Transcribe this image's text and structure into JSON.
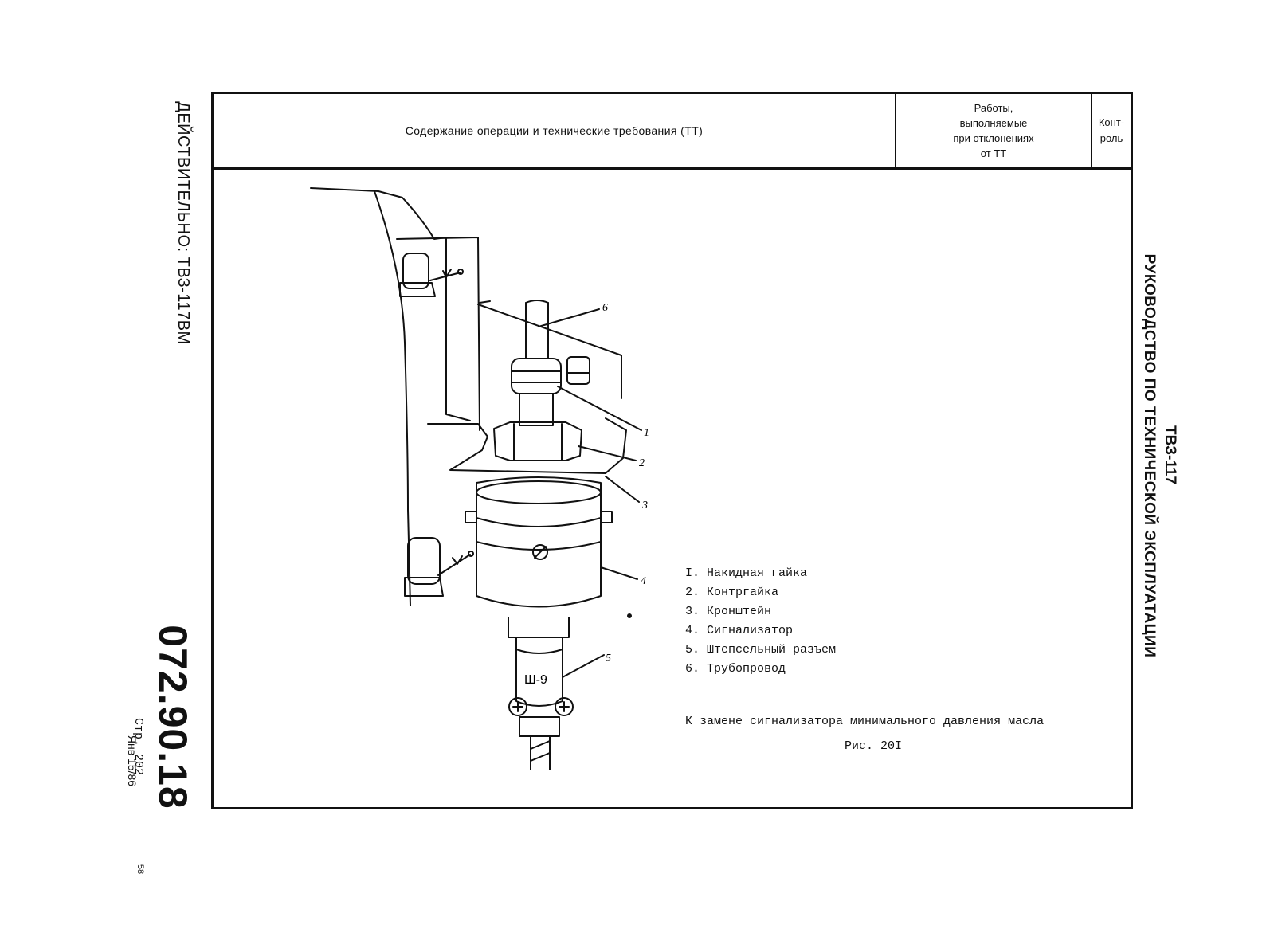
{
  "header": {
    "content_label": "Содержание операции и технические требования (ТТ)",
    "deviation_lines": [
      "Работы,",
      "выполняемые",
      "при отклонениях",
      "от ТТ"
    ],
    "control_lines": [
      "Конт-",
      "роль"
    ]
  },
  "left_margin": {
    "validity": "ДЕЙСТВИТЕЛЬНО: ТВЗ-117ВМ",
    "doc_number": "072.90.18",
    "page": "Стр. 202",
    "date": "Янв 15/86",
    "sheet": "58"
  },
  "right_margin": {
    "engine": "ТВЗ-117",
    "manual_title": "РУКОВОДСТВО ПО ТЕХНИЧЕСКОЙ ЭКСПЛУАТАЦИИ"
  },
  "figure": {
    "legend": [
      "I. Накидная гайка",
      "2. Контргайка",
      "3. Кронштейн",
      "4. Сигнализатор",
      "5. Штепсельный разъем",
      "6. Трубопровод"
    ],
    "callouts": [
      "1",
      "2",
      "3",
      "4",
      "5",
      "6"
    ],
    "connector_label": "Ш-9",
    "caption": "К замене сигнализатора минимального давления масла",
    "figure_number": "Рис. 20I"
  }
}
